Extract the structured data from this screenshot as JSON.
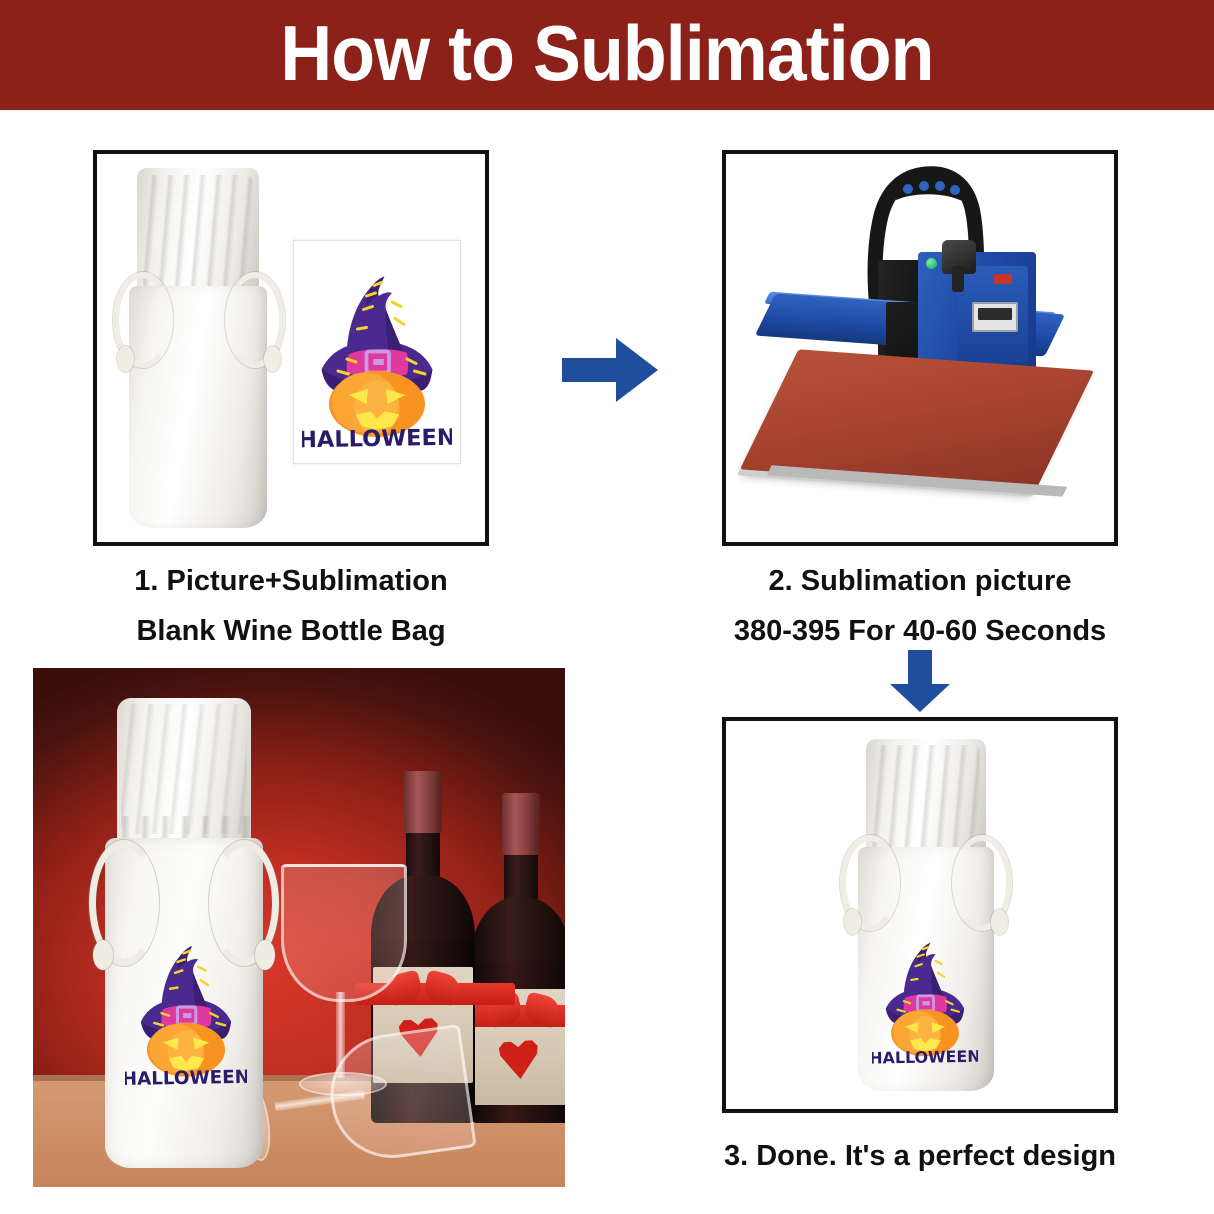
{
  "header": {
    "title": "How to Sublimation",
    "background_color": "#8B2119",
    "text_color": "#FFFFFF"
  },
  "theme": {
    "arrow_color": "#1F4E9C",
    "panel_border_color": "#111111",
    "caption_color": "#111111",
    "page_background": "#FFFFFF"
  },
  "steps": [
    {
      "number": "1",
      "caption_lines": [
        "1. Picture+Sublimation",
        "Blank Wine Bottle Bag"
      ],
      "panel_name": "panel-step1",
      "contents": "sublimation blank white wine bottle drawstring bag beside a printed halloween transfer sheet"
    },
    {
      "number": "2",
      "caption_lines": [
        "2. Sublimation picture",
        "380-395 For 40-60 Seconds"
      ],
      "panel_name": "panel-step2",
      "contents": "blue heat press machine with open upper platen and red lower platen"
    },
    {
      "number": "3",
      "caption_lines": [
        "3. Done. It's a perfect design"
      ],
      "panel_name": "panel-step3",
      "contents": "finished white wine bottle bag printed with the halloween design"
    }
  ],
  "arrows": [
    {
      "name": "arrow-right",
      "direction": "right",
      "color": "#1F4E9C"
    },
    {
      "name": "arrow-down",
      "direction": "down",
      "color": "#1F4E9C"
    }
  ],
  "halloween_art": {
    "word": "HALLOWEEN",
    "word_color": "#2B1B6B",
    "hat_color": "#4B2A8F",
    "hat_dark_color": "#3A1F72",
    "hat_band_color": "#E0399E",
    "hat_accent_color": "#F5D32B",
    "buckle_color": "#C79BE8",
    "pumpkin_color": "#F79321",
    "pumpkin_light_color": "#FDBE4A",
    "pumpkin_face_color": "#FFE94A"
  },
  "lifestyle_photo": {
    "name": "photo-lifestyle",
    "description": "printed halloween wine bag on a wooden table with red gradient backdrop, two wine bottles with cream labels, red ribbon bows and heart tags, one upright wine glass and one lying on its side",
    "background_color": "#C22F22",
    "table_color": "#CF9169",
    "bottle_label_color": "#D7C9B4",
    "ribbon_color": "#CF2018"
  },
  "heat_press": {
    "body_color": "#1F4AA6",
    "platen_color": "#A84430",
    "handle_color": "#1C1C1C",
    "display_color": "#2C2C2C",
    "led_color": "#13A05A",
    "red_button_color": "#C4352B"
  }
}
